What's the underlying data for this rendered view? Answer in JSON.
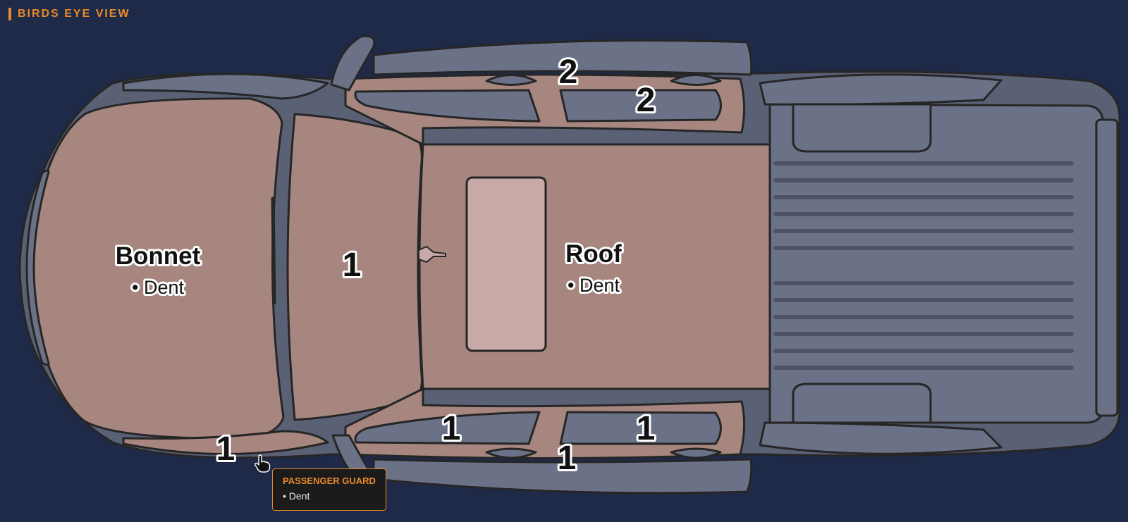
{
  "header": {
    "title": "BIRDS EYE VIEW"
  },
  "colors": {
    "accent": "#e8892b",
    "background": "#1e2a48",
    "damaged_panel": "#a78680",
    "undamaged_panel": "#6b7287"
  },
  "parts": {
    "bonnet": {
      "name": "Bonnet",
      "damage": "• Dent"
    },
    "roof": {
      "name": "Roof",
      "damage": "• Dent"
    },
    "windscreen": {
      "count": "1"
    },
    "mirror_top": {
      "count": "2"
    },
    "door_top": {
      "count": "2"
    },
    "door_bottom_front": {
      "count": "1"
    },
    "door_bottom_rear": {
      "count": "1"
    },
    "mirror_bottom": {
      "count": "1"
    },
    "guard_bottom": {
      "count": "1"
    }
  },
  "tooltip": {
    "title": "PASSENGER GUARD",
    "item": "• Dent"
  }
}
